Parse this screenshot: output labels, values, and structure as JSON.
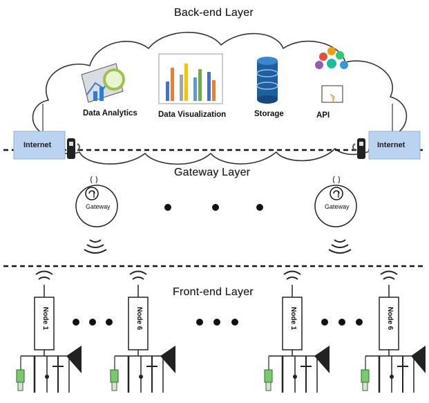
{
  "layers": {
    "backend_title": "Back-end Layer",
    "gateway_title": "Gateway Layer",
    "frontend_title": "Front-end Layer"
  },
  "backend": {
    "services": [
      {
        "label": "Data Analytics",
        "icon": "data-analytics-icon"
      },
      {
        "label": "Data Visualization",
        "icon": "bar-chart-icon"
      },
      {
        "label": "Storage",
        "icon": "database-icon"
      },
      {
        "label": "API",
        "icon": "api-brain-icon"
      }
    ],
    "internet_left": "Internet",
    "internet_right": "Internet"
  },
  "gateway": {
    "left_label": "Gateway",
    "right_label": "Gateway",
    "wifi_icon": "wifi-icon"
  },
  "frontend": {
    "nodes": [
      {
        "label": "Node 1"
      },
      {
        "label": "Node 6"
      },
      {
        "label": "Node 1"
      },
      {
        "label": "Node 6"
      }
    ]
  },
  "colors": {
    "internet_box": "#b9d3f0",
    "cloud_stroke": "#333333",
    "divider": "#111111",
    "storage": "#1f5f9f"
  }
}
